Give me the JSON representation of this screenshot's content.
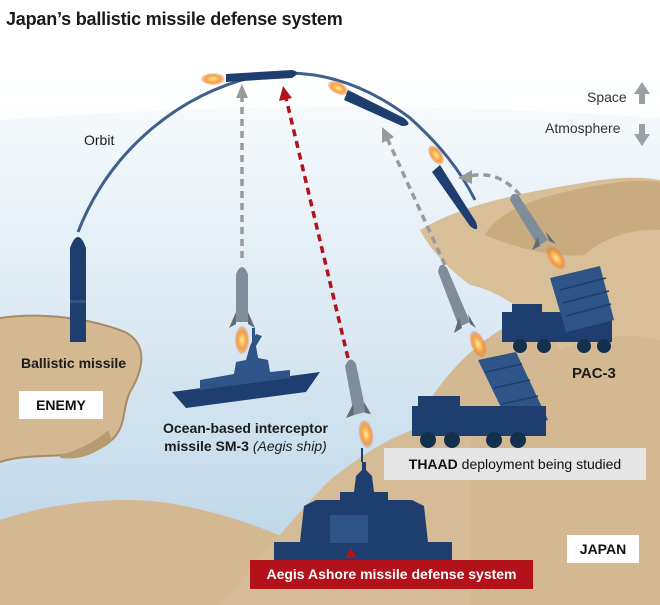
{
  "title": "Japan’s ballistic missile defense system",
  "labels": {
    "orbit": "Orbit",
    "space": "Space",
    "atmosphere": "Atmosphere",
    "ballistic_missile": "Ballistic missile",
    "enemy": "ENEMY",
    "sm3_line1": "Ocean-based interceptor",
    "sm3_line2": "missile SM-3 ",
    "sm3_italic": "(Aegis ship)",
    "pac3": "PAC-3",
    "thaad_bold": "THAAD",
    "thaad_rest": " deployment being studied",
    "japan": "JAPAN",
    "aegis_ashore": "Aegis Ashore missile defense system"
  },
  "colors": {
    "sky_top": "#ffffff",
    "sky_bottom": "#bdd7e8",
    "land": "#d4b892",
    "land_edge": "#a98a62",
    "missile_navy": "#1d3e6e",
    "interceptor_gray": "#7f8c99",
    "flame": "#f08a2c",
    "trajectory_gray": "#9a9a9a",
    "trajectory_red": "#b3121a",
    "aegis_red": "#b3121a",
    "arrow_gray": "#9aa0a6"
  }
}
